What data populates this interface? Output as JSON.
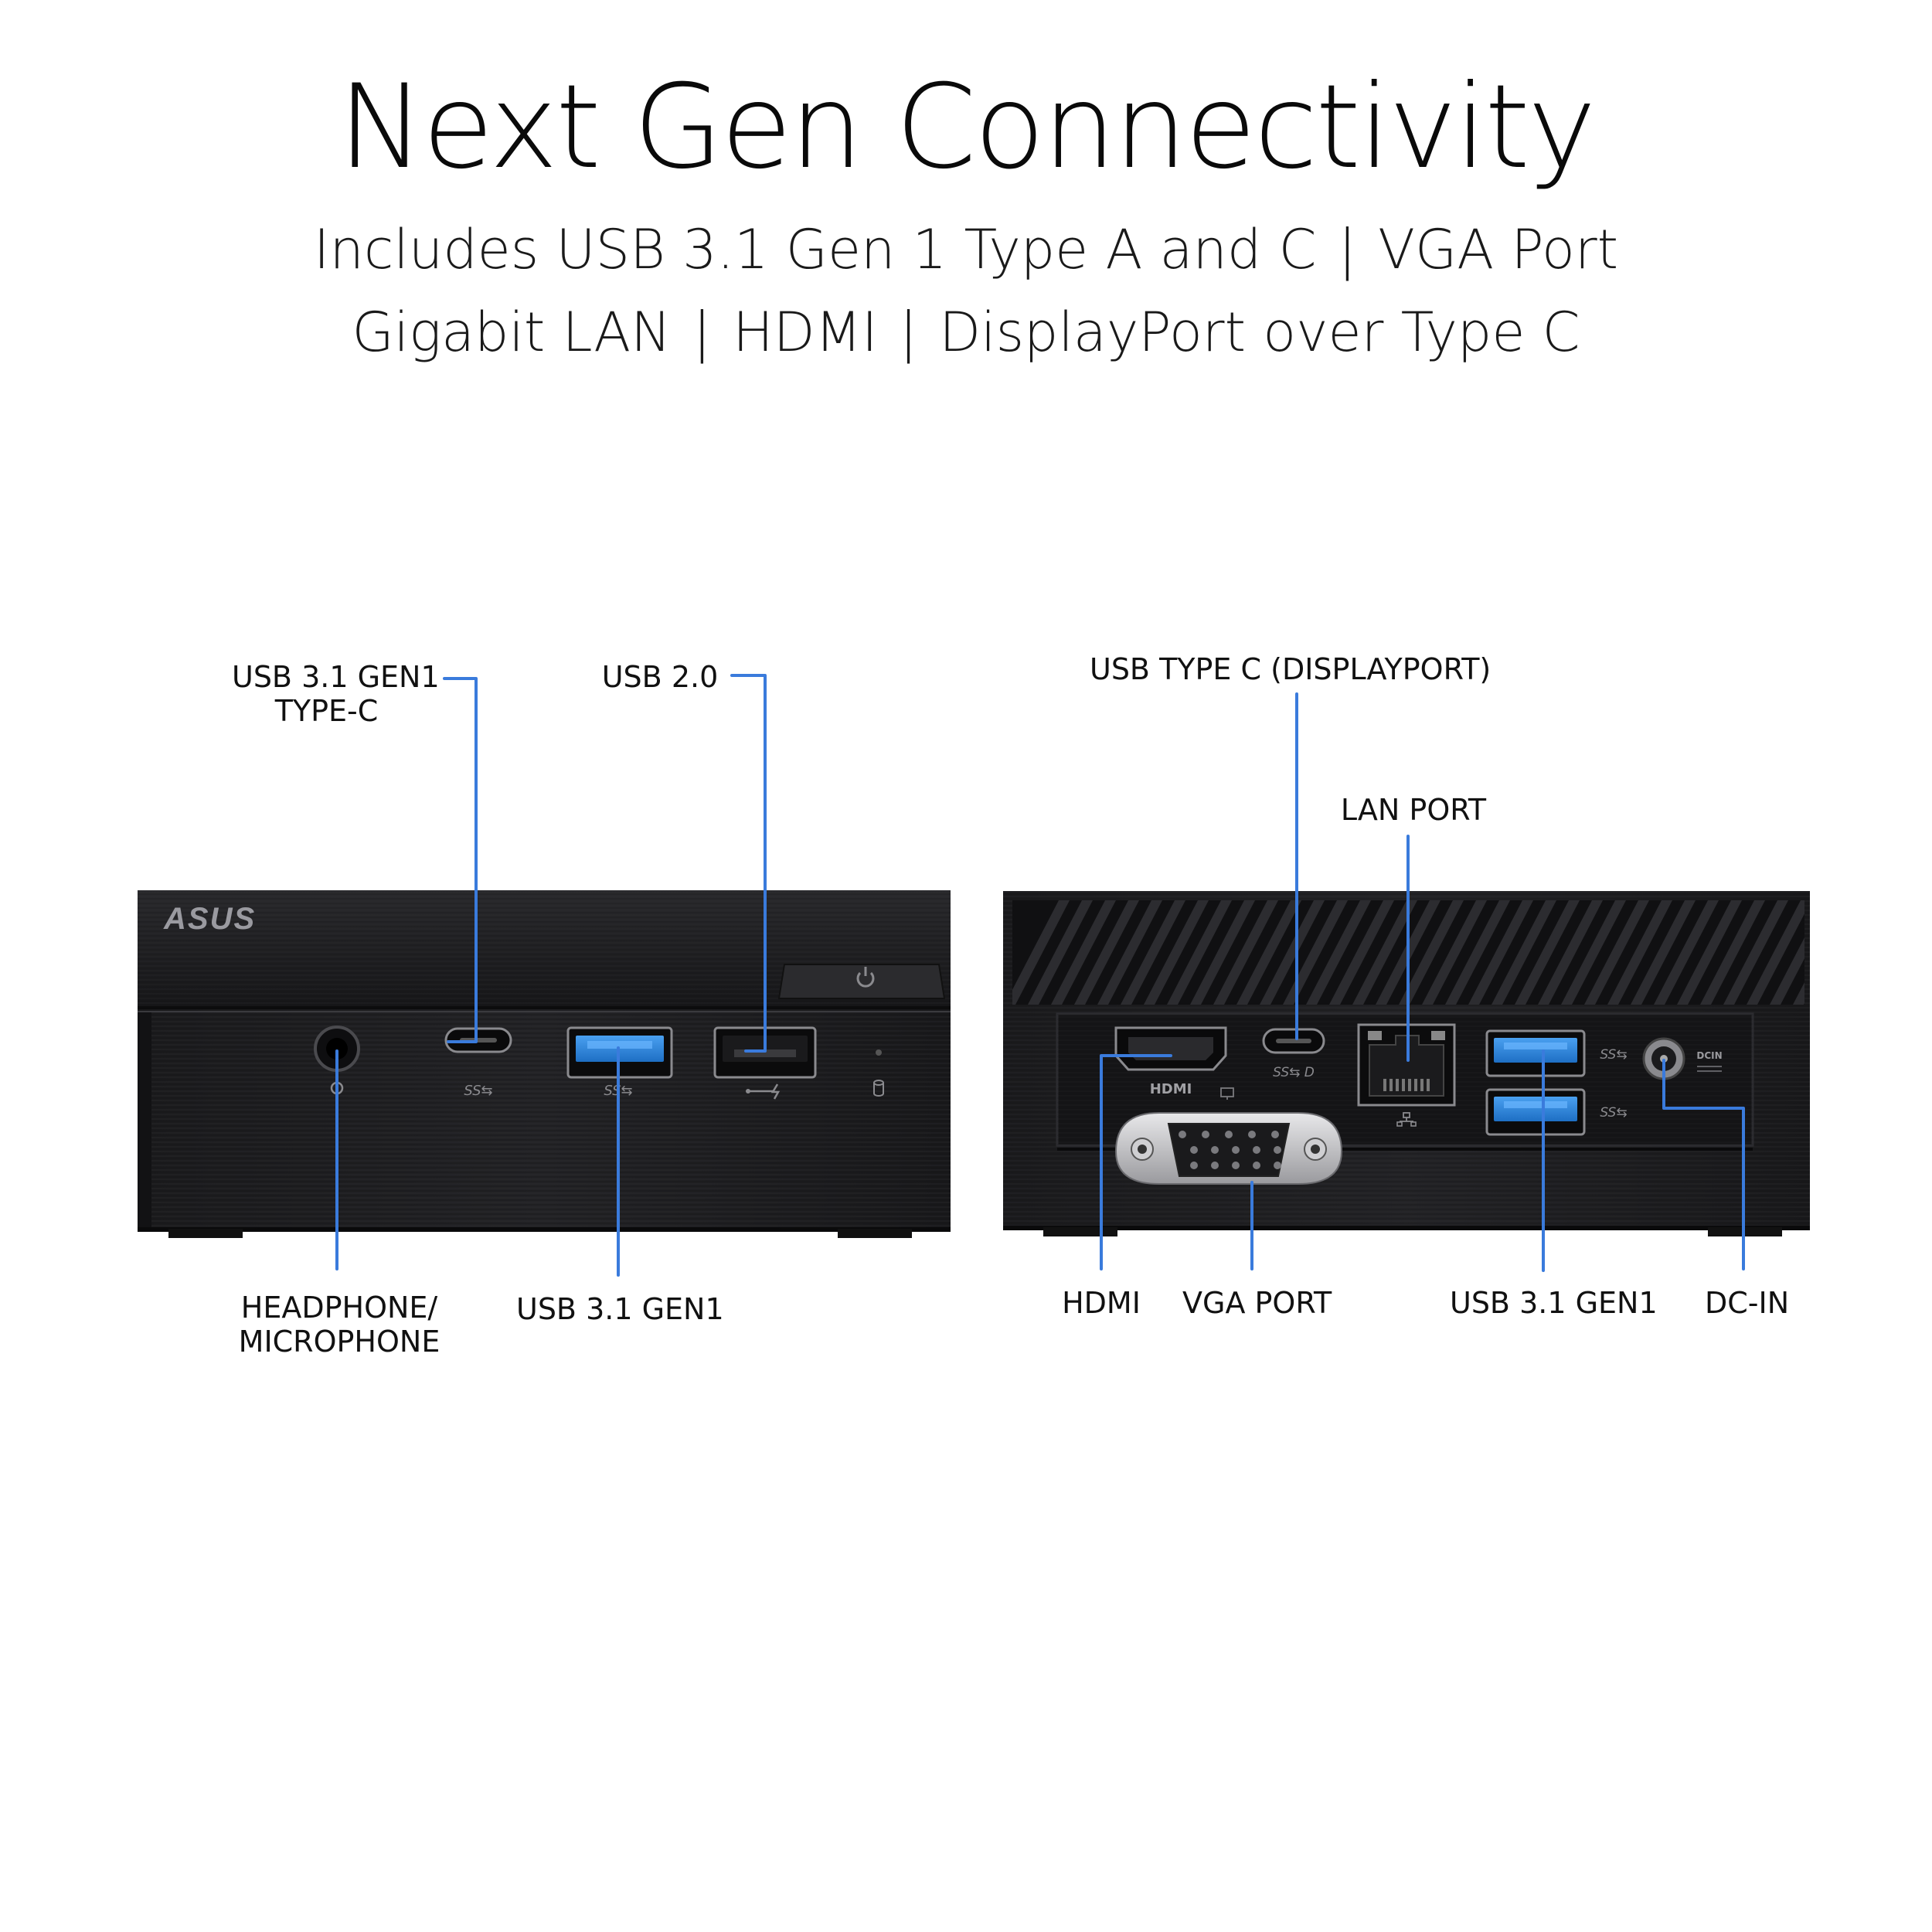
{
  "header": {
    "title": "Next Gen Connectivity",
    "line1": {
      "part1": "Includes USB 3.1 Gen 1 Type A and C",
      "separator": "|",
      "part2": "VGA Port"
    },
    "line2": {
      "part1": "Gigabit LAN",
      "part2": "HDMI",
      "part3": "DisplayPort over Type C",
      "separator": "|"
    }
  },
  "front": {
    "brand": "ASUS",
    "labels": {
      "usb_c_line1": "USB 3.1 GEN1",
      "usb_c_line2": "TYPE-C",
      "usb2": "USB 2.0",
      "audio_line1": "HEADPHONE/",
      "audio_line2": "MICROPHONE",
      "usb3a": "USB 3.1 GEN1"
    },
    "port_marks": {
      "ss1": "SS⇆",
      "ss2": "SS⇆"
    }
  },
  "rear": {
    "labels": {
      "usb_c_dp": "USB TYPE C (DISPLAYPORT)",
      "lan": "LAN PORT",
      "hdmi": "HDMI",
      "vga": "VGA PORT",
      "usb3a": "USB 3.1 GEN1",
      "dcin": "DC-IN"
    },
    "port_marks": {
      "hdmi_logo": "HDMI",
      "dcin_mark": "DCIN",
      "ss1": "SS⇆",
      "ss2": "SS⇆",
      "ss_dp": "SS⇆ D"
    }
  },
  "colors": {
    "callout": "#3a7bdc",
    "chassis": "#1c1c1e",
    "usb3_blue": "#2a7fd4",
    "background": "#ffffff"
  }
}
